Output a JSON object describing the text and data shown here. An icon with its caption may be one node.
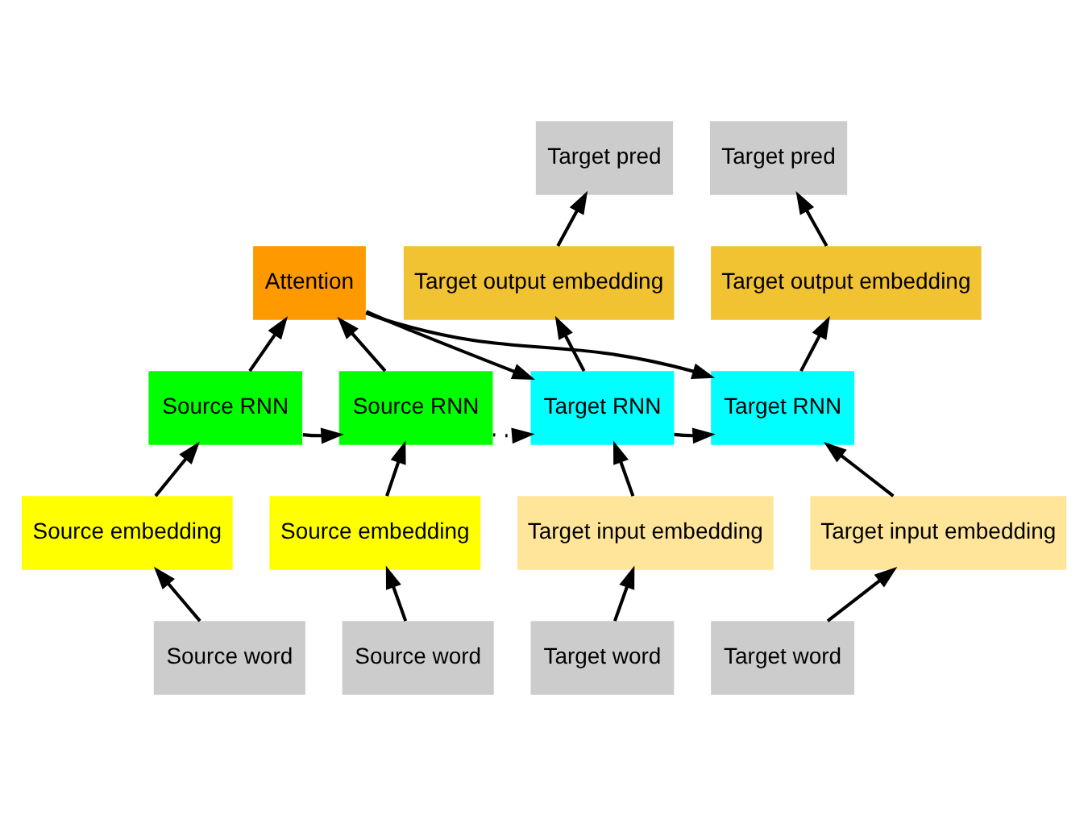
{
  "diagram": {
    "nodes": [
      {
        "text": [
          "Target pred"
        ]
      },
      {
        "text": [
          "Target pred"
        ]
      },
      {
        "text": [
          "Attention"
        ]
      },
      {
        "text": [
          "Target output embedding"
        ]
      },
      {
        "text": [
          "Target output embedding"
        ]
      },
      {
        "text": [
          "Source RNN"
        ]
      },
      {
        "text": [
          "Source RNN"
        ]
      },
      {
        "text": [
          "Target RNN"
        ]
      },
      {
        "text": [
          "Target RNN"
        ]
      },
      {
        "text": [
          "Source embedding"
        ]
      },
      {
        "text": [
          "Source embedding"
        ]
      },
      {
        "text": [
          "Target input embedding"
        ]
      },
      {
        "text": [
          "Target input embedding"
        ]
      },
      {
        "text": [
          "Source word"
        ]
      },
      {
        "text": [
          "Source word"
        ]
      },
      {
        "text": [
          "Target word"
        ]
      },
      {
        "text": [
          "Target word"
        ]
      }
    ],
    "edges": [
      {
        "from": 13,
        "to": 9,
        "arrow": "to"
      },
      {
        "from": 14,
        "to": 10,
        "arrow": "to"
      },
      {
        "from": 15,
        "to": 11,
        "arrow": "to"
      },
      {
        "from": 16,
        "to": 12,
        "arrow": "to"
      },
      {
        "from": 9,
        "to": 5,
        "arrow": "to"
      },
      {
        "from": 10,
        "to": 6,
        "arrow": "to"
      },
      {
        "from": 11,
        "to": 7,
        "arrow": "to"
      },
      {
        "from": 12,
        "to": 8,
        "arrow": "to"
      },
      {
        "from": 5,
        "to": 6,
        "arrow": "to"
      },
      {
        "from": 6,
        "to": 7,
        "arrow": "to",
        "style": "dashed"
      },
      {
        "from": 7,
        "to": 8,
        "arrow": "to"
      },
      {
        "from": 5,
        "to": 2,
        "arrow": "to"
      },
      {
        "from": 6,
        "to": 2,
        "arrow": "to"
      },
      {
        "from": 2,
        "to": 7,
        "arrow": "to"
      },
      {
        "from": 2,
        "to": 8,
        "arrow": "to"
      },
      {
        "from": 7,
        "to": 3,
        "arrow": "to"
      },
      {
        "from": 8,
        "to": 4,
        "arrow": "to"
      },
      {
        "from": 3,
        "to": 0,
        "arrow": "to"
      },
      {
        "from": 4,
        "to": 1,
        "arrow": "to"
      }
    ]
  }
}
